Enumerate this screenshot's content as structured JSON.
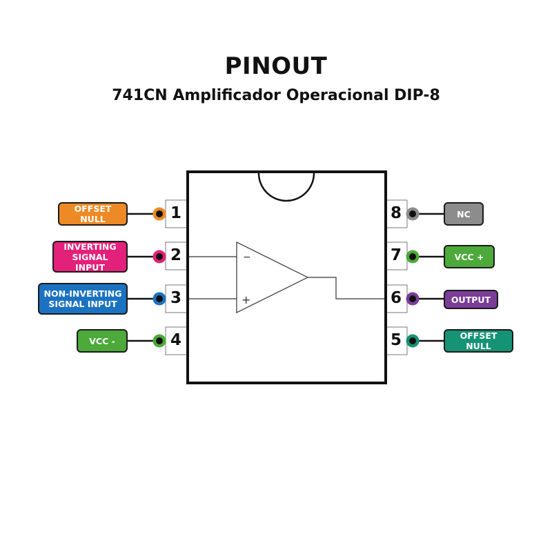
{
  "header": {
    "title": "PINOUT",
    "subtitle": "741CN Amplificador Operacional DIP-8"
  },
  "chip": {
    "package": "DIP-8",
    "opamp_symbols": {
      "inverting": "−",
      "non_inverting": "+"
    }
  },
  "pins": {
    "left": [
      {
        "number": "1",
        "label_line1": "OFFSET NULL",
        "label_line2": "",
        "color": "#ee8a25"
      },
      {
        "number": "2",
        "label_line1": "INVERTING",
        "label_line2": "SIGNAL INPUT",
        "color": "#e3207a"
      },
      {
        "number": "3",
        "label_line1": "NON-INVERTING",
        "label_line2": "SIGNAL INPUT",
        "color": "#1b72c0"
      },
      {
        "number": "4",
        "label_line1": "VCC -",
        "label_line2": "",
        "color": "#4ca93a"
      }
    ],
    "right": [
      {
        "number": "8",
        "label_line1": "NC",
        "label_line2": "",
        "color": "#8c8c8c"
      },
      {
        "number": "7",
        "label_line1": "VCC +",
        "label_line2": "",
        "color": "#4ca93a"
      },
      {
        "number": "6",
        "label_line1": "OUTPUT",
        "label_line2": "",
        "color": "#7b3d98"
      },
      {
        "number": "5",
        "label_line1": "OFFSET NULL",
        "label_line2": "",
        "color": "#169275"
      }
    ]
  }
}
